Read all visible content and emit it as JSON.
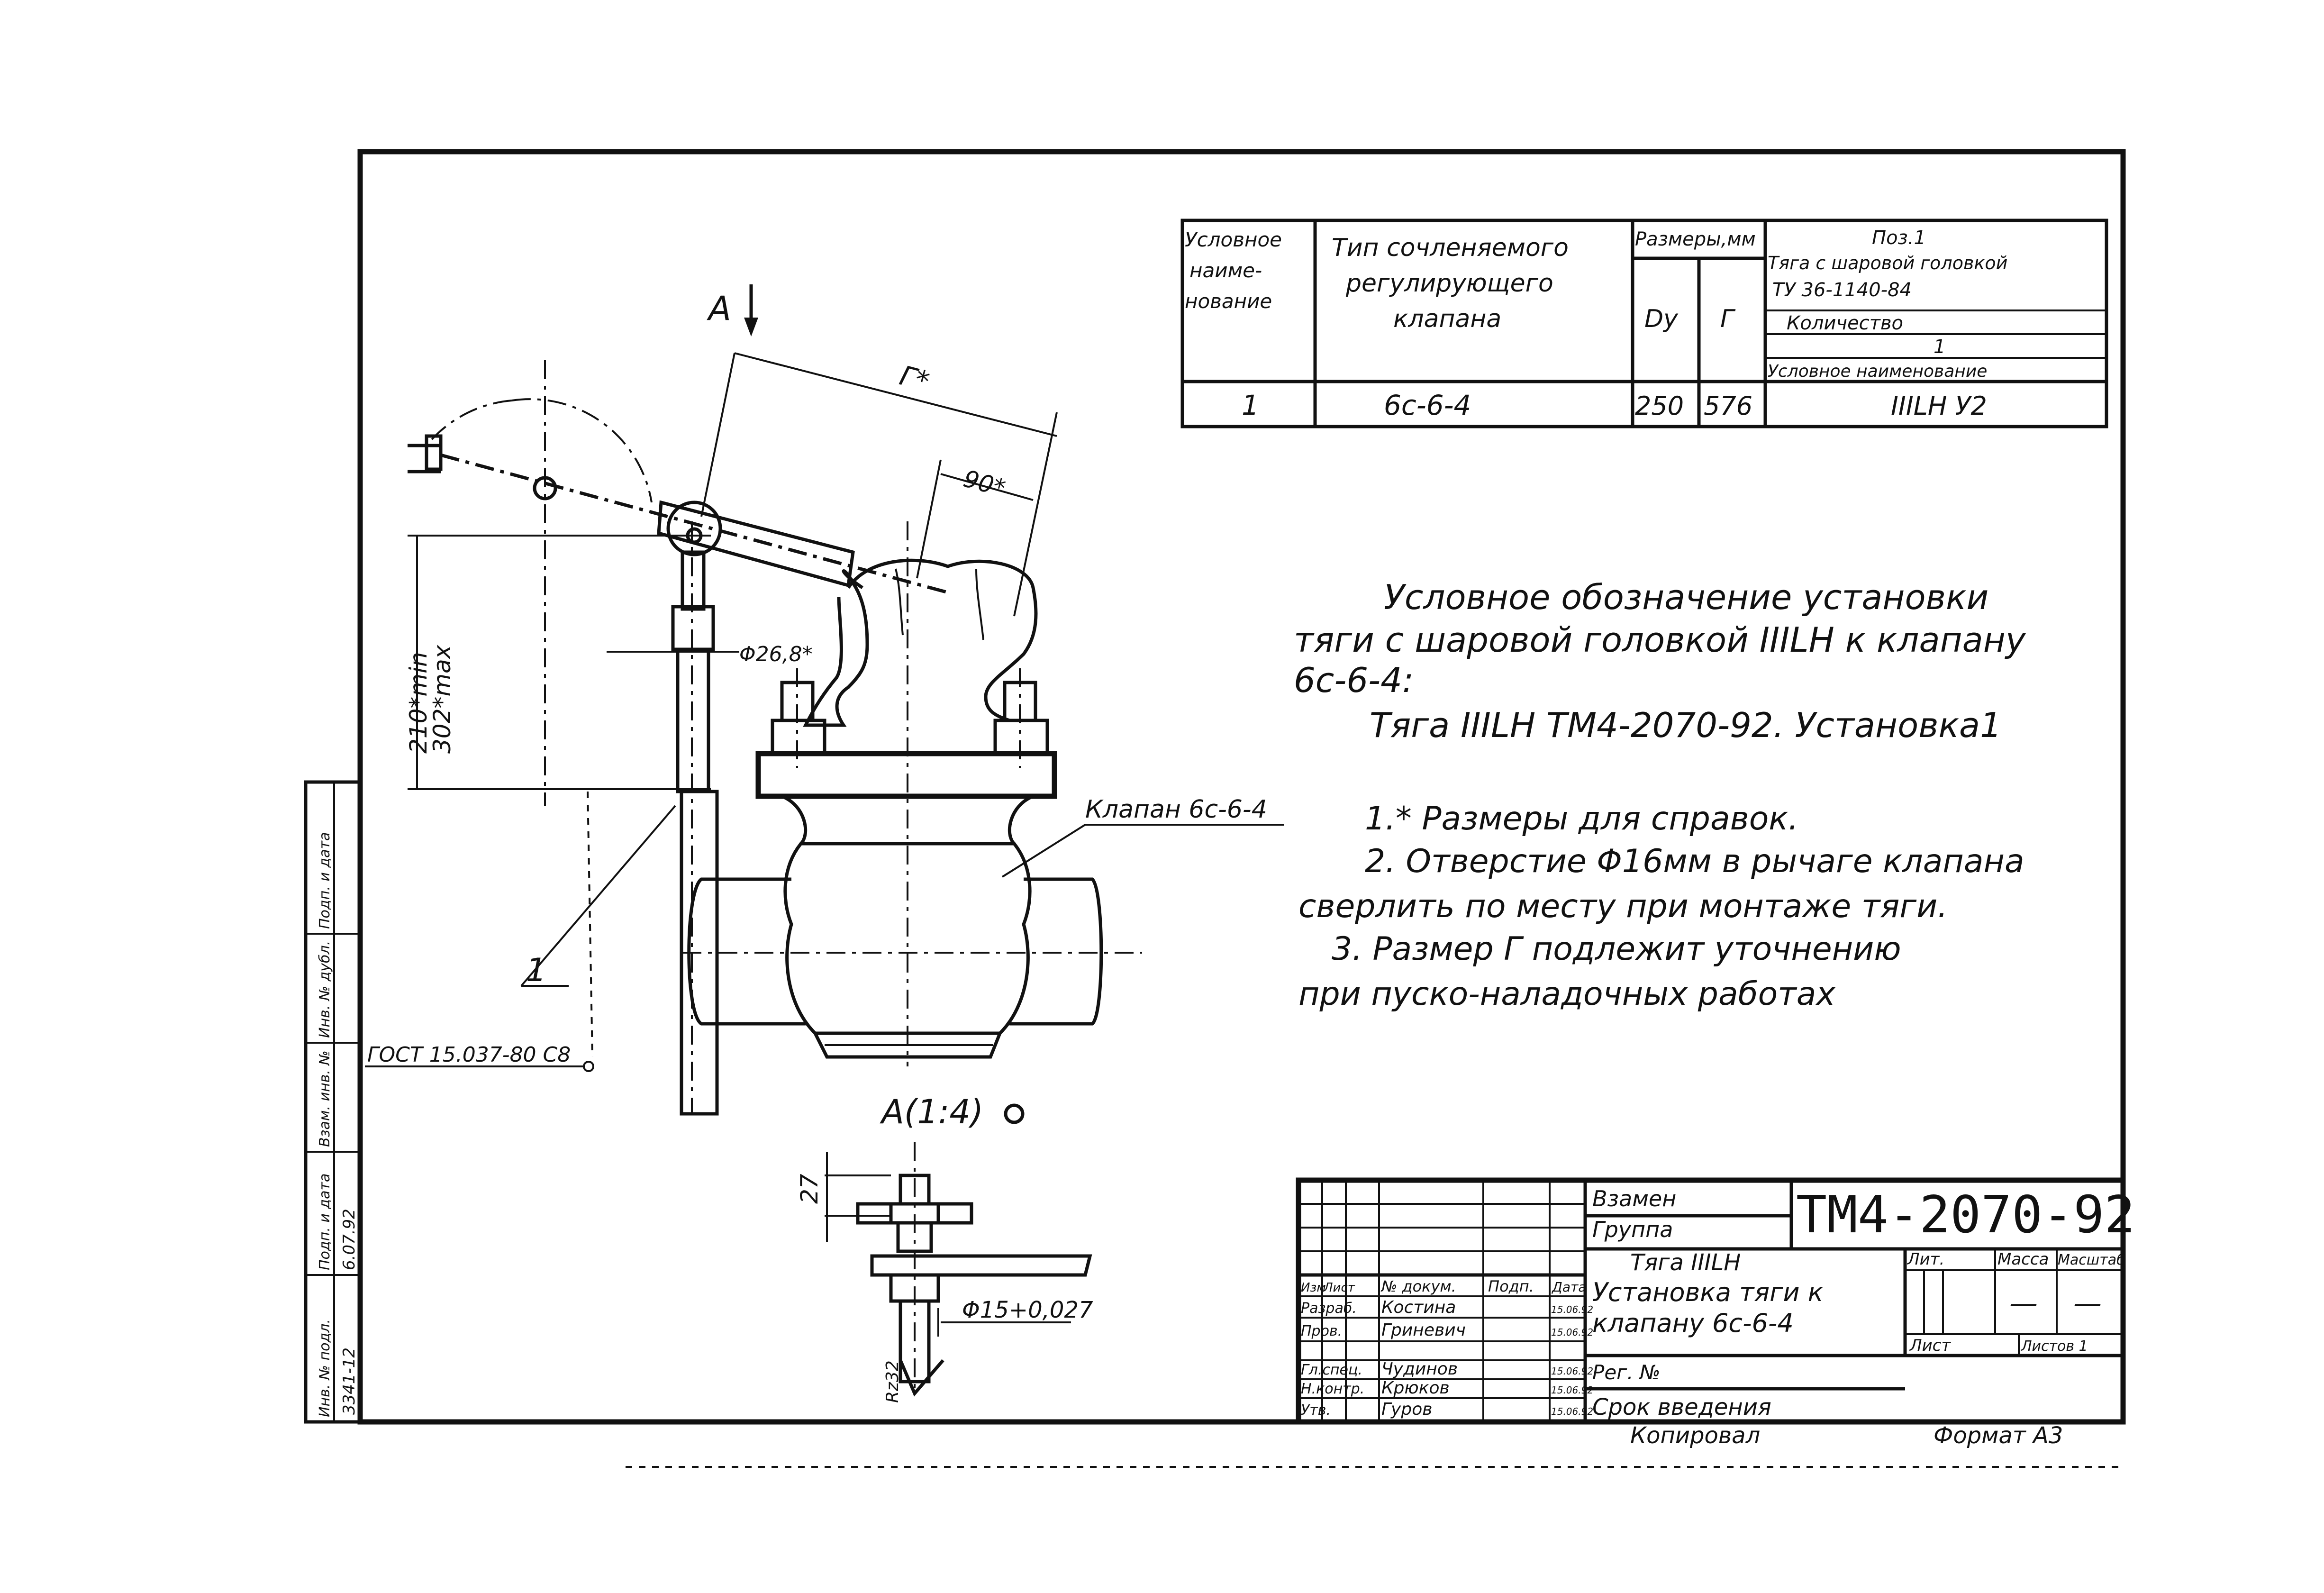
{
  "spec_table": {
    "headers": {
      "col1": [
        "Условное",
        "наиме-",
        "нование"
      ],
      "col2": [
        "Тип сочленяемого",
        "регулирующего",
        "клапана"
      ],
      "col3_group": "Размеры,мм",
      "col3a": "Dy",
      "col3b": "Г",
      "col4": [
        "Поз.1",
        "Тяга с шаровой головкой",
        "ТУ 36-1140-84"
      ],
      "col4_qty": "Количество",
      "col4_qty_val": "1",
      "col4_name": "Условное наименование"
    },
    "row": {
      "designation": "1",
      "valve_type": "6с-6-4",
      "dy": "250",
      "g": "576",
      "name": "IIILH У2"
    }
  },
  "drawing_labels": {
    "view_arrow": "A",
    "dim_g": "Г*",
    "dim_90": "90*",
    "dim_210": "210*min",
    "dim_302": "302*max",
    "dim_d": "Φ26,8*",
    "valve_label": "Клапан 6с-6-4",
    "leader_1": "1",
    "gost": "ГОСТ 15.037-80 С8",
    "view_a": "A(1:4)",
    "detail_27": "27",
    "detail_phi": "Φ15+0,027",
    "detail_rz": "Rz32"
  },
  "description": {
    "line1": "Условное обозначение установки",
    "line2": "тяги с шаровой головкой IIILH к клапану",
    "line3": "6с-6-4:",
    "line4": "Тяга IIILH ТМ4-2070-92. Установка1"
  },
  "notes": {
    "n1": "1.* Размеры для справок.",
    "n2a": "2. Отверстие Φ16мм в рычаге клапана",
    "n2b": "сверлить по месту при монтаже тяги.",
    "n3a": "3. Размер Г подлежит уточнению",
    "n3b": "при пуско-наладочных работах"
  },
  "title_block": {
    "vzamen": "Взамен",
    "gruppa": "Группа",
    "doc_number": "ТМ4-2070-92",
    "title_l1": "Тяга IIILH",
    "title_l2": "Установка тяги к",
    "title_l3": "клапану 6с-6-4",
    "hdr_izm": "Изм",
    "hdr_list": "Лист",
    "hdr_doc": "№ докум.",
    "hdr_podp": "Подп.",
    "hdr_data": "Дата",
    "r1_role": "Разраб.",
    "r1_name": "Костина",
    "r2_role": "Пров.",
    "r2_name": "Гриневич",
    "r3_role": "Гл.спец.",
    "r3_name": "Чудинов",
    "r4_role": "Н.контр.",
    "r4_name": "Крюков",
    "r5_role": "Утв.",
    "r5_name": "Гуров",
    "date1": "15.06.92",
    "date2": "15.06.92",
    "date3": "15.06.92",
    "date4": "15.06.92",
    "date5": "15.06.92",
    "lit": "Лит.",
    "massa": "Масса",
    "masshtab": "Масштаб",
    "dash1": "—",
    "dash2": "—",
    "list_lbl": "Лист",
    "listov": "Листов 1",
    "reg": "Рег. №",
    "srok": "Срок введения"
  },
  "side_stamp": {
    "c1": "Инв. № подл.",
    "c2": "Подп. и дата",
    "c3": "Взам. инв. №",
    "c4": "Инв. № дубл.",
    "c5": "Подп. и дата",
    "v1": "3341-12",
    "v2": "6.07.92"
  },
  "footer": {
    "kopiroval": "Копировал",
    "format": "Формат А3"
  }
}
